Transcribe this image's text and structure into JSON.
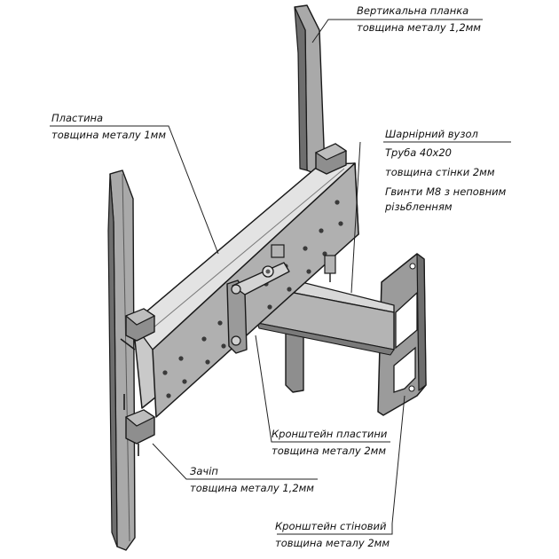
{
  "diagram": {
    "subject": "TV wall mount bracket, exploded technical illustration",
    "colors": {
      "metal": "#a9a9a9",
      "metal_dark": "#6e6e6e",
      "metal_light": "#cfcfcf",
      "outline": "#1a1a1a",
      "leader": "#222222"
    },
    "callouts": {
      "vertical_bar": {
        "title": "Вертикальна планка",
        "line2": "товщина металу 1,2мм"
      },
      "plate": {
        "title": "Пластина",
        "line2": "товщина металу 1мм"
      },
      "joint": {
        "title": "Шарнірний вузол",
        "line2": "Труба 40х20",
        "line3": "товщина стінки 2мм",
        "line4": "Гвинти М8 з неповним",
        "line5": "різьбленням"
      },
      "plate_bracket": {
        "title": "Кронштейн пластини",
        "line2": "товщина металу 2мм"
      },
      "latch": {
        "title": "Зачіп",
        "line2": "товщина металу 1,2мм"
      },
      "wall_bracket": {
        "title": "Кронштейн стіновий",
        "line2": "товщина металу 2мм"
      }
    }
  }
}
